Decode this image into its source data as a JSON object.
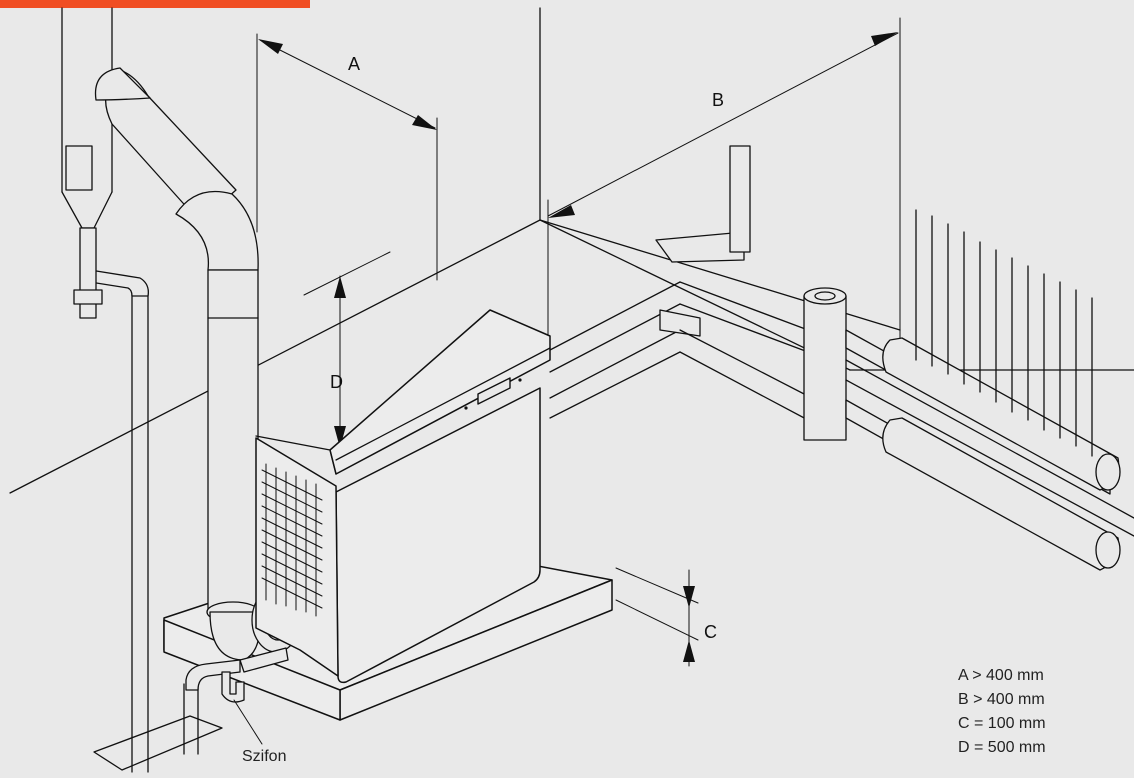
{
  "accent_color": "#f04e23",
  "dimension_labels": {
    "a": "A",
    "b": "B",
    "c": "C",
    "d": "D"
  },
  "legend": [
    "A > 400 mm",
    "B > 400 mm",
    "C = 100 mm",
    "D = 500 mm"
  ],
  "callout": "Szifon"
}
